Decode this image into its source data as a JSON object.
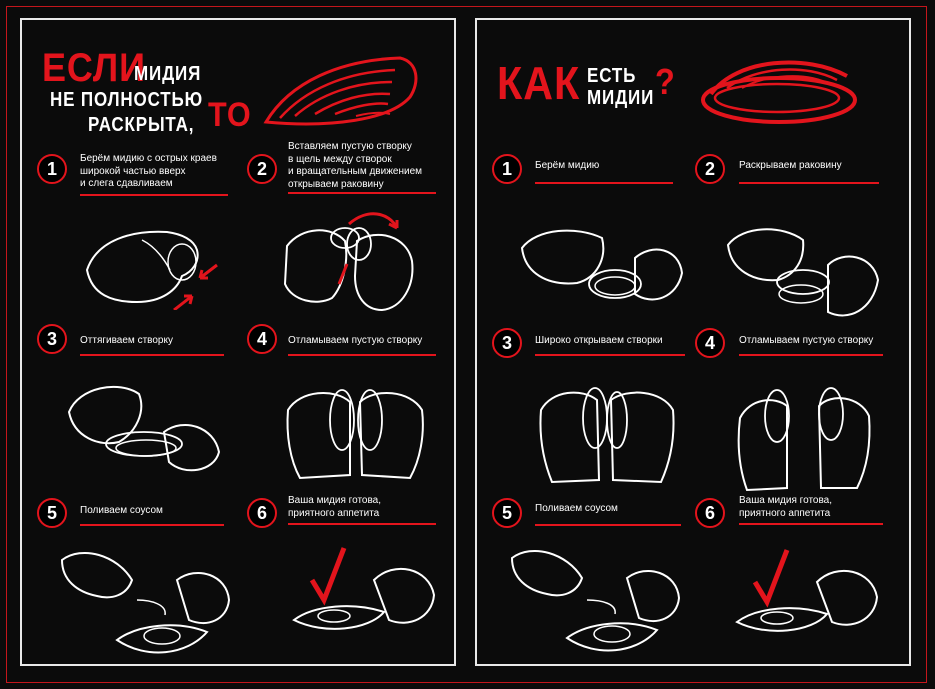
{
  "left": {
    "title_if": "ЕСЛИ",
    "title_line1": "МИДИЯ",
    "title_line2": "НЕ ПОЛНОСТЬЮ",
    "title_line3": "РАСКРЫТА,",
    "title_then": "ТО",
    "steps": [
      {
        "num": "1",
        "text": [
          "Берём мидию с острых краев",
          "широкой частью вверх",
          "и слега сдавливаем"
        ]
      },
      {
        "num": "2",
        "text": [
          "Вставляем пустую створку",
          "в щель между створок",
          "и вращательным движением",
          "открываем раковину"
        ]
      },
      {
        "num": "3",
        "text": [
          "Оттягиваем створку"
        ]
      },
      {
        "num": "4",
        "text": [
          "Отламываем пустую створку"
        ]
      },
      {
        "num": "5",
        "text": [
          "Поливаем соусом"
        ]
      },
      {
        "num": "6",
        "text": [
          "Ваша мидия готова,",
          "приятного аппетита"
        ]
      }
    ]
  },
  "right": {
    "title_how": "КАК",
    "title_line1": "ЕСТЬ",
    "title_line2": "МИДИИ",
    "title_q": "?",
    "steps": [
      {
        "num": "1",
        "text": [
          "Берём мидию"
        ]
      },
      {
        "num": "2",
        "text": [
          "Раскрываем раковину"
        ]
      },
      {
        "num": "3",
        "text": [
          "Широко открываем створки"
        ]
      },
      {
        "num": "4",
        "text": [
          "Отламываем пустую створку"
        ]
      },
      {
        "num": "5",
        "text": [
          "Поливаем соусом"
        ]
      },
      {
        "num": "6",
        "text": [
          "Ваша мидия готова,",
          "приятного аппетита"
        ]
      }
    ]
  },
  "colors": {
    "accent": "#e3141c",
    "background": "#0b0b0b",
    "line": "#ffffff"
  }
}
